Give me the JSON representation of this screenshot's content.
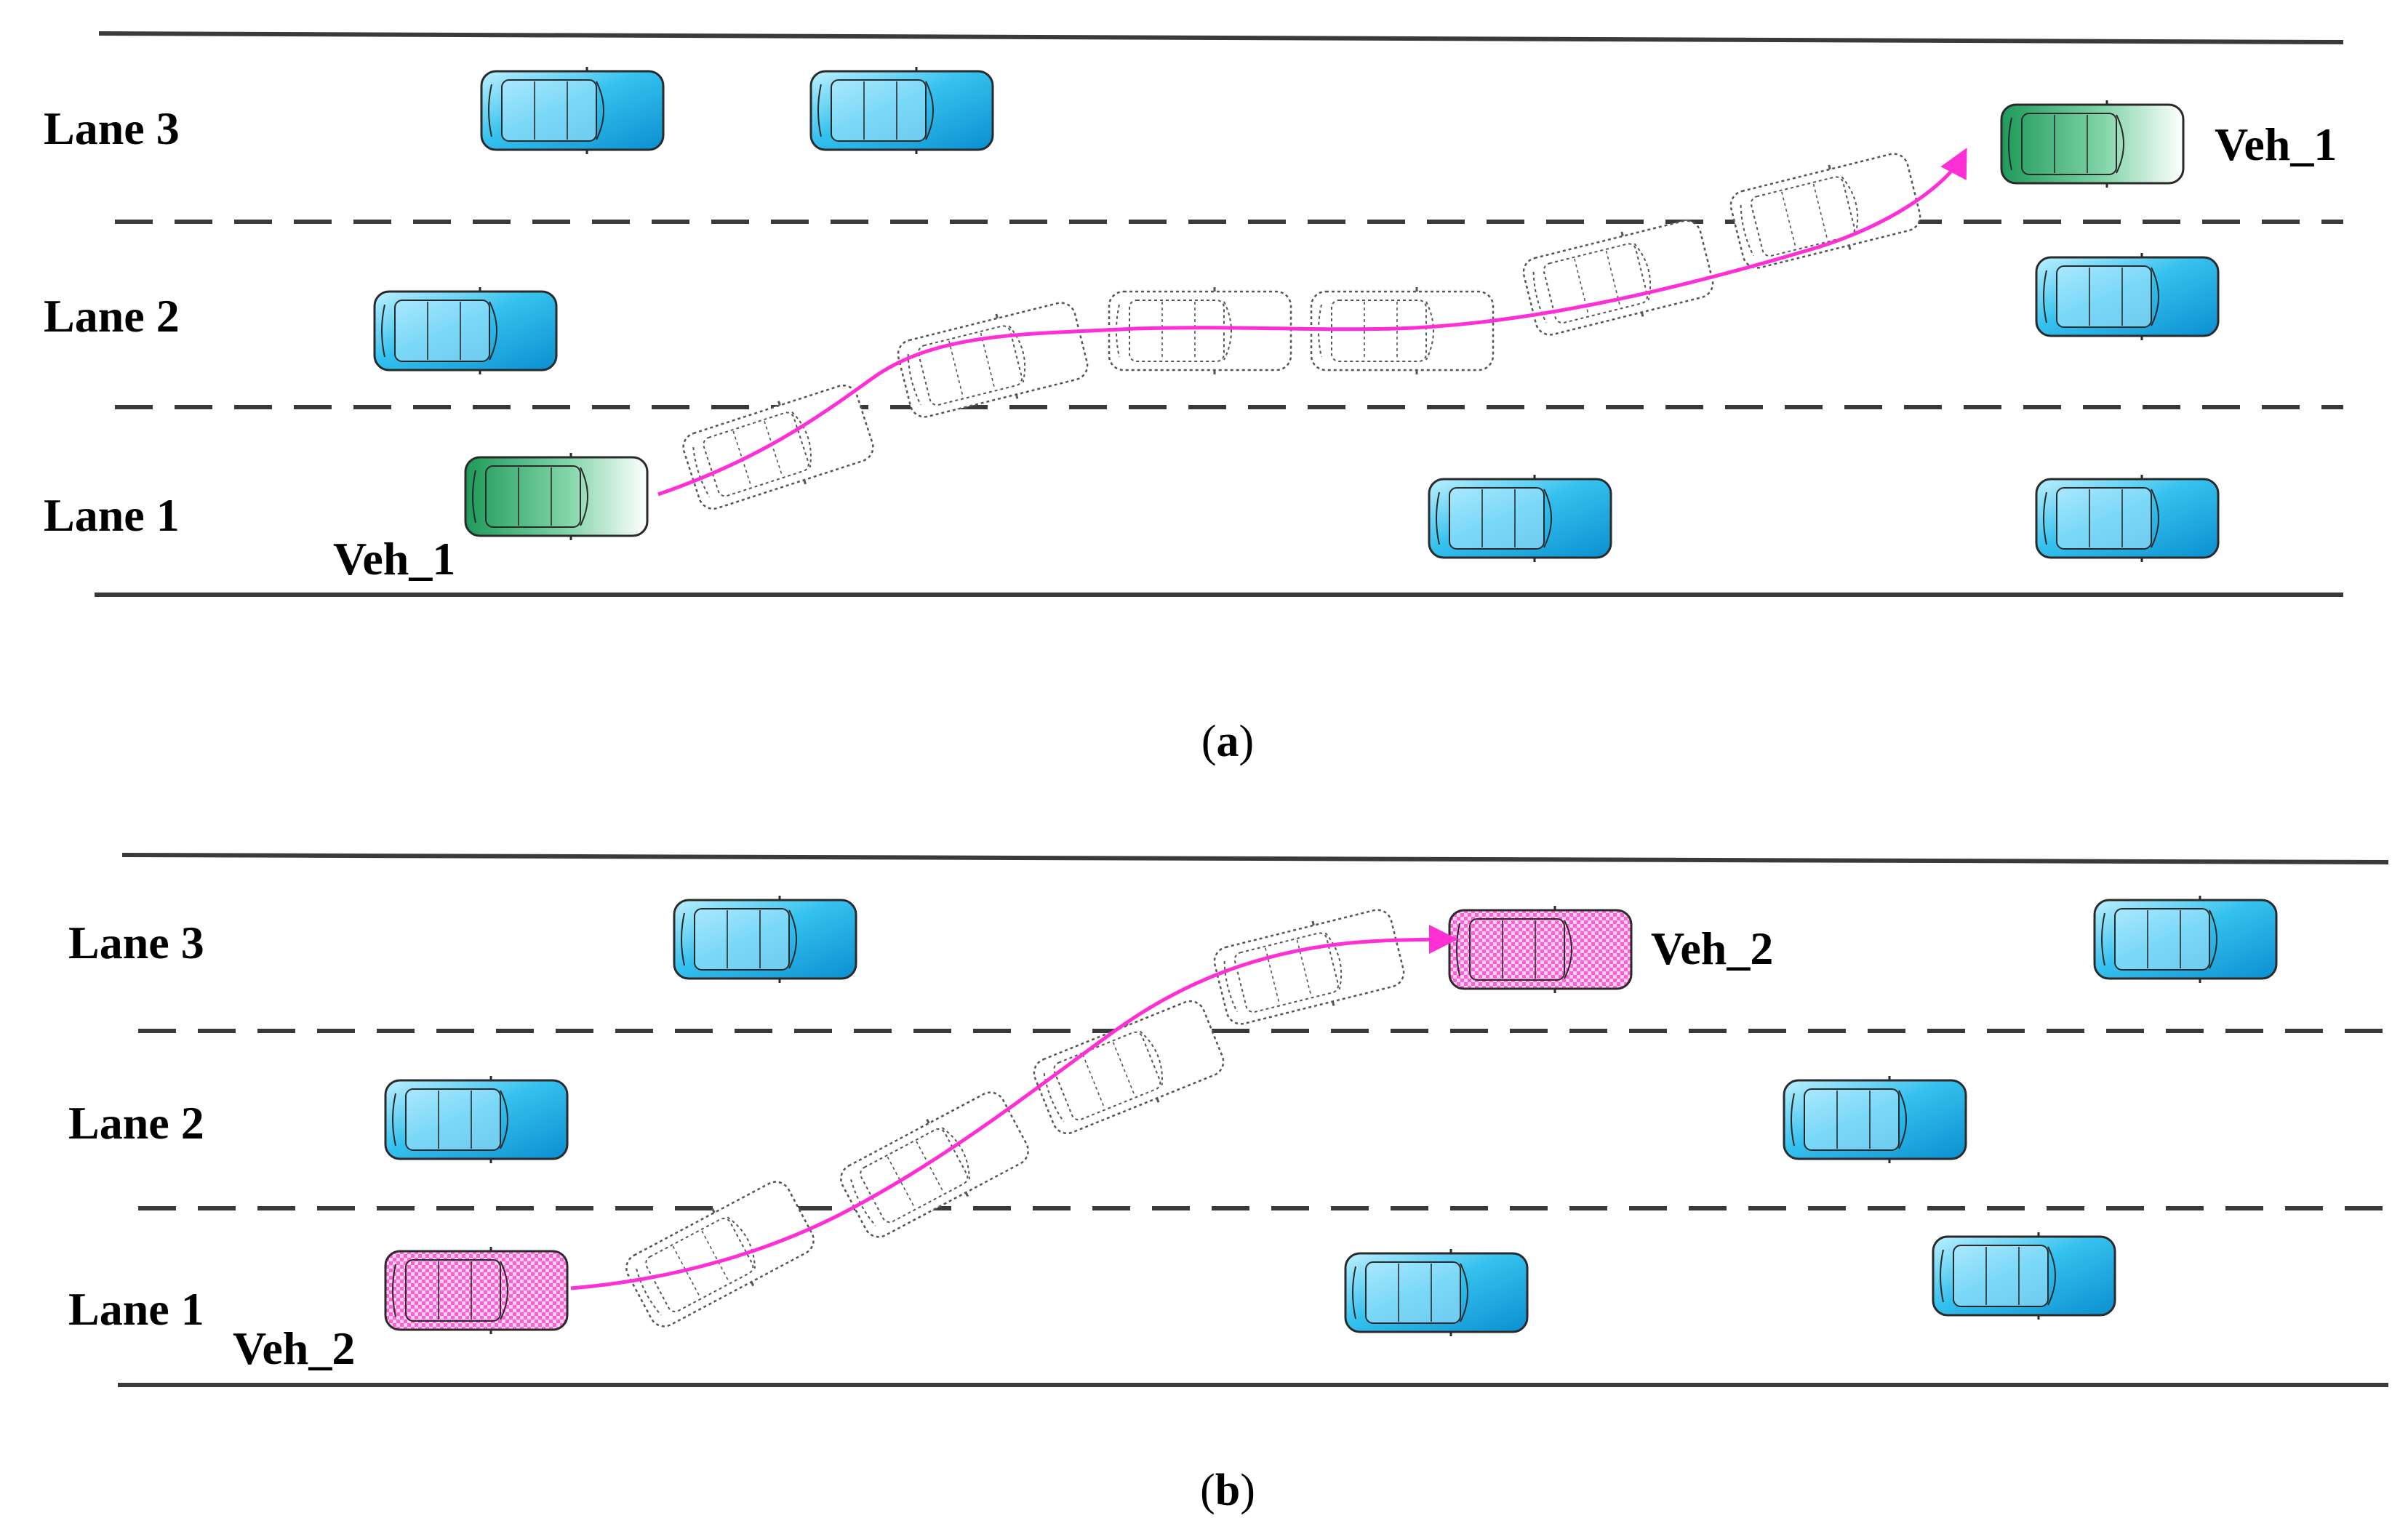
{
  "colors": {
    "road_line": "#3a3a3a",
    "trajectory": "#ff2fd6",
    "car_blue": "#1aa7e0",
    "car_blue_light": "#9be3fb",
    "car_green": "#1f9a5a",
    "car_pink": "#ff6fd8",
    "ghost_outline": "#555555"
  },
  "panels": [
    {
      "id": "a",
      "caption": "(a)",
      "caption_letter": "a",
      "lane_labels": [
        "Lane 3",
        "Lane 2",
        "Lane 1"
      ],
      "ego": {
        "name": "Veh_1",
        "style": "green",
        "start_label": "Veh_1",
        "end_label": "Veh_1"
      },
      "maneuver": "Lane 1 to Lane 3"
    },
    {
      "id": "b",
      "caption": "(b)",
      "caption_letter": "b",
      "lane_labels": [
        "Lane 3",
        "Lane 2",
        "Lane 1"
      ],
      "ego": {
        "name": "Veh_2",
        "style": "pink",
        "start_label": "Veh_2",
        "end_label": "Veh_2"
      },
      "maneuver": "Lane 1 to Lane 3"
    }
  ]
}
